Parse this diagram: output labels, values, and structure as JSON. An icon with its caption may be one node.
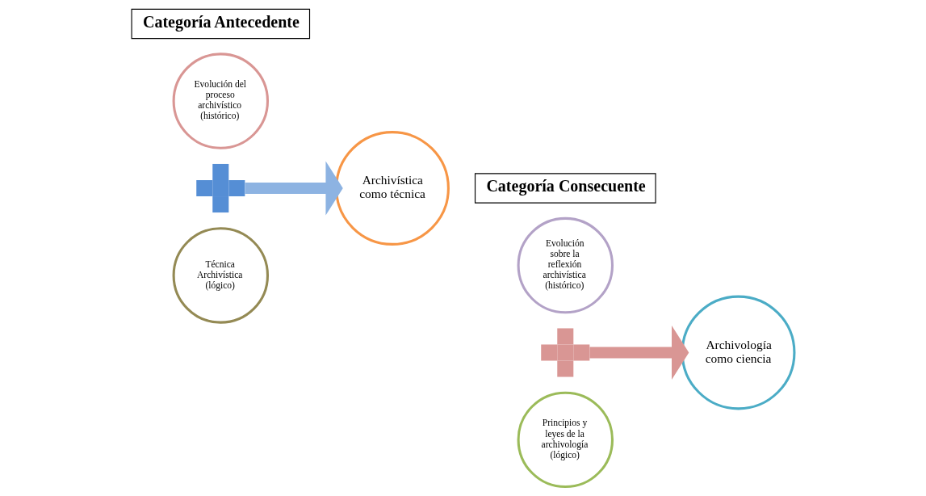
{
  "diagram": {
    "nodes": [
      {
        "text": [
          "Categoría Antecedente"
        ]
      },
      {
        "text": [
          "Evolución del proceso archivístico (histórico)"
        ]
      },
      {
        "text": [],
        "shape": "cross"
      },
      {
        "text": [
          "Técnica Archivística (lógico)"
        ]
      },
      {
        "text": [
          "Archivística como técnica"
        ]
      },
      {
        "text": [
          "Categoría Consecuente"
        ]
      },
      {
        "text": [
          "Evolución sobre la reflexión archivística (histórico)"
        ]
      },
      {
        "text": [],
        "shape": "cross"
      },
      {
        "text": [
          "Principios y leyes de la archivología (lógico)"
        ]
      },
      {
        "text": [
          "Archivología como ciencia"
        ]
      }
    ],
    "edges": [
      {
        "from": 2,
        "to": 4,
        "arrow": "to",
        "color": "#8db3e2"
      },
      {
        "from": 7,
        "to": 9,
        "arrow": "to",
        "color": "#d99694"
      }
    ]
  }
}
